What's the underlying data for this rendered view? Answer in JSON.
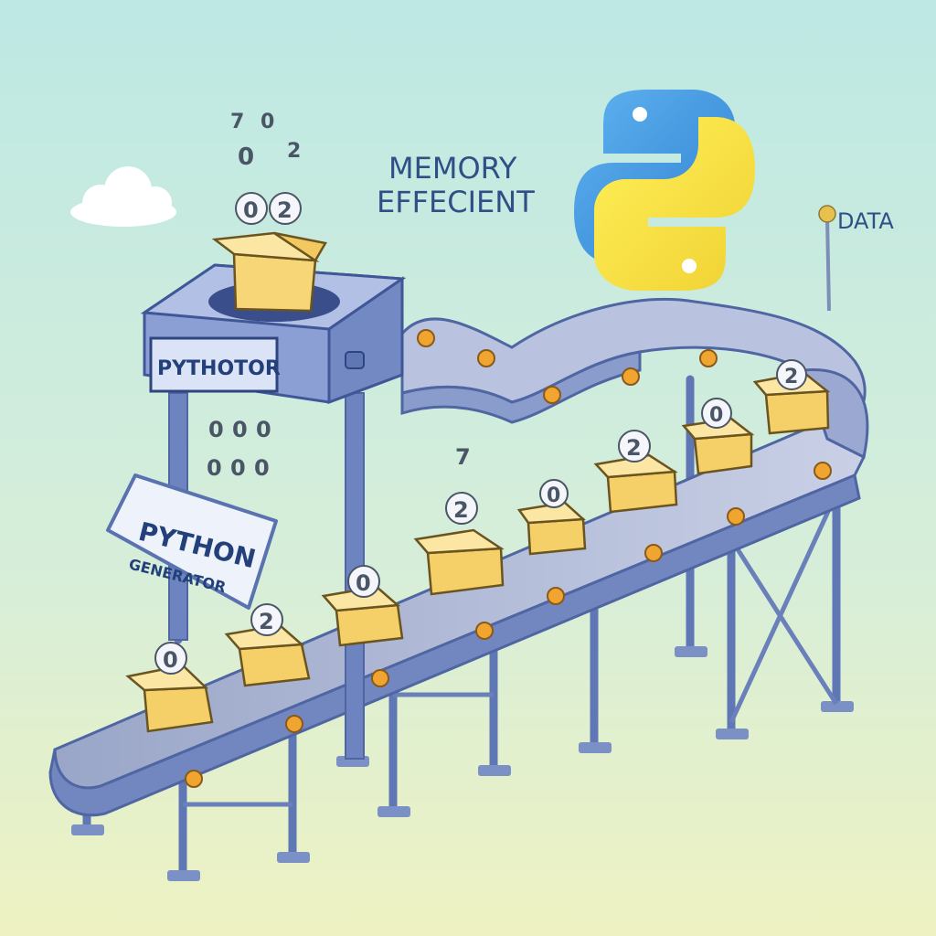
{
  "labels": {
    "memory_line1": "MEMORY",
    "memory_line2": "EFFECIENT",
    "data": "DATA",
    "machine_sign": "PYTHOTOR",
    "sign_line1": "PYTHON",
    "sign_line2": "GENERATOR"
  },
  "floating_digits": [
    "7",
    "0",
    "0",
    "2",
    "0",
    "2"
  ],
  "machine_digits": [
    "0",
    "0",
    "0",
    "0",
    "0",
    "0"
  ],
  "box_digits": [
    "0",
    "2",
    "0",
    "2",
    "0",
    "2",
    "0",
    "2"
  ],
  "stray_digit": "7",
  "colors": {
    "sky_top": "#bfe9e4",
    "sky_bottom": "#eef3c4",
    "belt": "#8b9dc3",
    "frame": "#5f77b4",
    "box": "#f5d37a",
    "roller": "#f0a531",
    "python_blue": "#3b97e3",
    "python_yellow": "#f7e244"
  },
  "icons": [
    "cloud-icon",
    "python-logo-icon",
    "box-icon",
    "roller-icon"
  ]
}
